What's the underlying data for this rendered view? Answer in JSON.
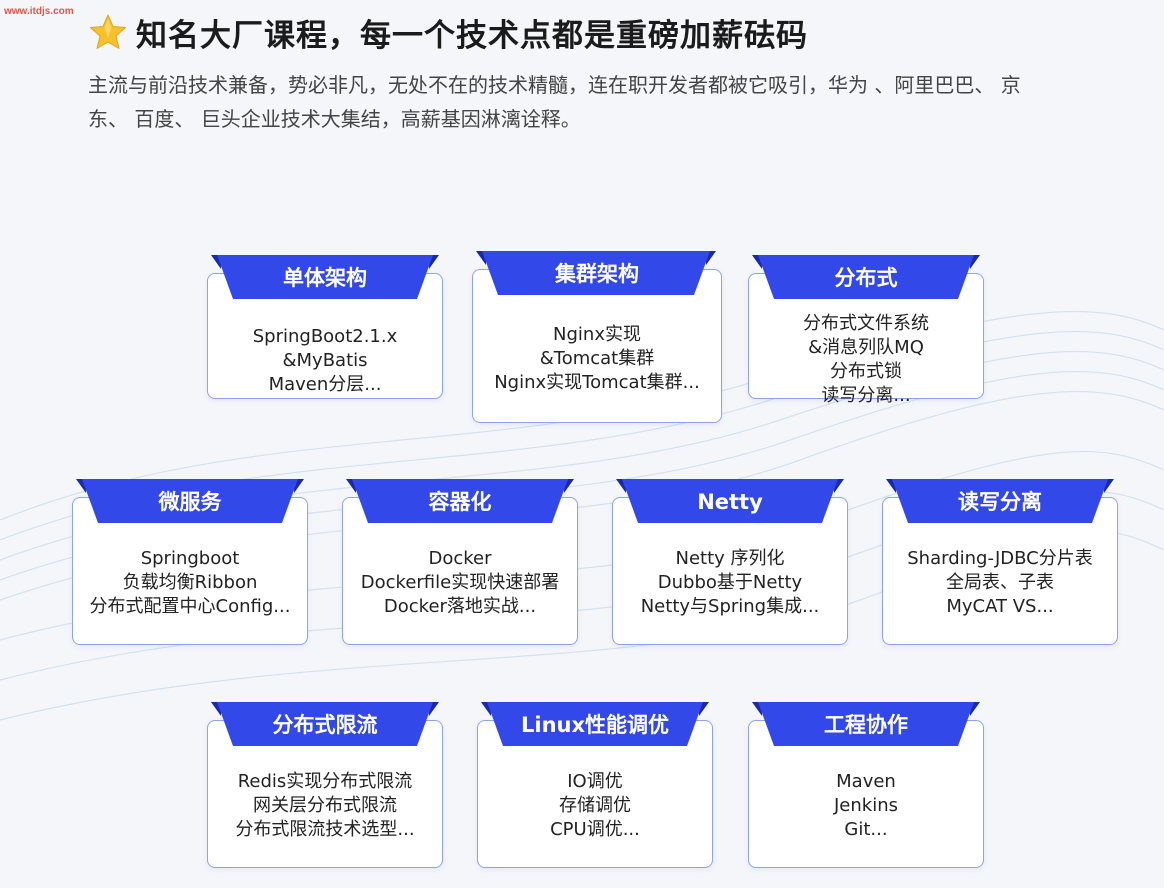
{
  "watermark": "www.itdjs.com",
  "header": {
    "title": "知名大厂课程，每一个技术点都是重磅加薪砝码",
    "subtitle_line1": "主流与前沿技术兼备，势必非凡，无处不在的技术精髓，连在职开发者都被它吸引，华为 、阿里巴巴、 京",
    "subtitle_line2": "东、 百度、 巨头企业技术大集结，高薪基因淋漓诠释。"
  },
  "colors": {
    "ribbon": "#3348e8",
    "ribbon_fold": "#1a2aa6",
    "card_border": "#8ea2ee",
    "star": "#f6c12c"
  },
  "cards": [
    {
      "title": "单体架构",
      "lines": [
        "SpringBoot2.1.x",
        "&MyBatis",
        "Maven分层..."
      ]
    },
    {
      "title": "集群架构",
      "lines": [
        "Nginx实现",
        "&Tomcat集群",
        "Nginx实现Tomcat集群..."
      ]
    },
    {
      "title": "分布式",
      "lines": [
        "分布式文件系统",
        "&消息列队MQ",
        "分布式锁",
        "读写分离..."
      ]
    },
    {
      "title": "微服务",
      "lines": [
        "Springboot",
        "负载均衡Ribbon",
        "分布式配置中心Config..."
      ]
    },
    {
      "title": "容器化",
      "lines": [
        "Docker",
        "Dockerfile实现快速部署",
        "Docker落地实战..."
      ]
    },
    {
      "title": "Netty",
      "lines": [
        "Netty 序列化",
        "Dubbo基于Netty",
        "Netty与Spring集成..."
      ]
    },
    {
      "title": "读写分离",
      "lines": [
        "Sharding-JDBC分片表",
        "全局表、子表",
        "MyCAT VS..."
      ]
    },
    {
      "title": "分布式限流",
      "lines": [
        "Redis实现分布式限流",
        "网关层分布式限流",
        "分布式限流技术选型..."
      ]
    },
    {
      "title": "Linux性能调优",
      "lines": [
        "IO调优",
        "存储调优",
        "CPU调优..."
      ]
    },
    {
      "title": "工程协作",
      "lines": [
        "Maven",
        "Jenkins",
        "Git..."
      ]
    }
  ]
}
